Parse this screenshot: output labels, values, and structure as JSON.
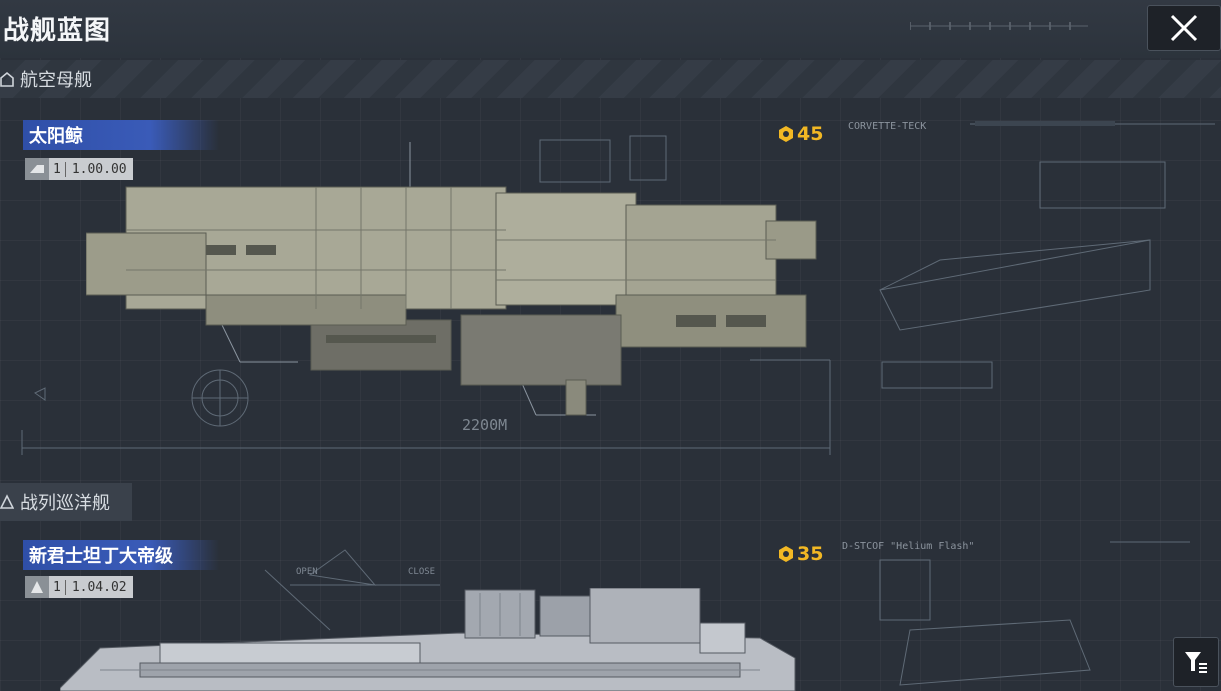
{
  "header": {
    "title": "战舰蓝图"
  },
  "sections": [
    {
      "label": "航空母舰"
    },
    {
      "label": "战列巡洋舰"
    }
  ],
  "ships": [
    {
      "name": "太阳鲸",
      "level": "1",
      "value": "1.00.00",
      "cost": "45",
      "length": "2200M",
      "ref_label": "CORVETTE-TECK"
    },
    {
      "name": "新君士坦丁大帝级",
      "level": "1",
      "value": "1.04.02",
      "cost": "35",
      "ref_label": "D-STCOF \"Helium Flash\""
    }
  ],
  "colors": {
    "accent": "#3a5bb8",
    "cost": "#f2b824",
    "blueprint_line": "#6f7a86"
  }
}
